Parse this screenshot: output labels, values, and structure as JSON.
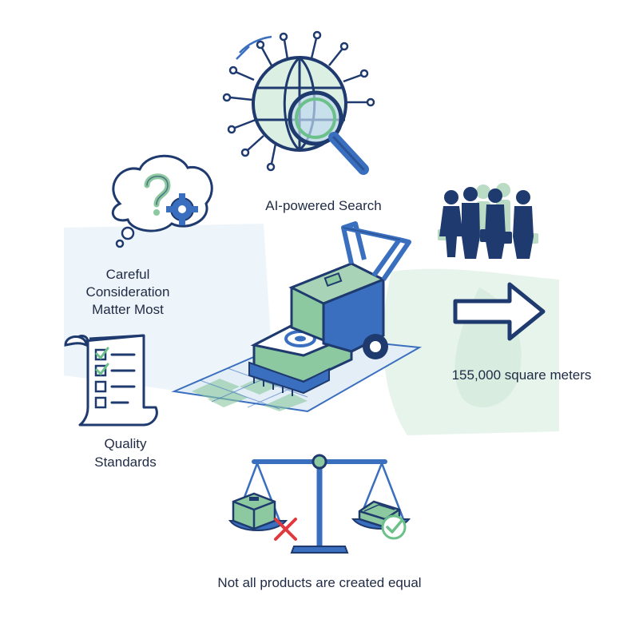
{
  "colors": {
    "navy": "#1f3a6e",
    "blue": "#3a6fc0",
    "green": "#8cc8a0",
    "light_green": "#dcefe3",
    "pale_blue": "#e3eef6",
    "red_x": "#e0393e",
    "check_green": "#6cc08a"
  },
  "labels": {
    "ai_search": "AI-powered Search",
    "careful": [
      "Careful",
      "Consideration",
      "Matter Most"
    ],
    "area": "155,000 square meters",
    "quality": [
      "Quality",
      "Standards"
    ],
    "not_equal": "Not all products are created equal"
  },
  "icons": [
    "globe-circuit-icon",
    "magnifier-icon",
    "thought-bubble-icon",
    "question-mark-icon",
    "gear-icon",
    "business-people-icon",
    "arrow-right-icon",
    "floor-scrubber-icon",
    "checklist-scroll-icon",
    "balance-scale-icon",
    "box-product-icon",
    "cross-icon",
    "premium-product-icon",
    "checkmark-icon"
  ]
}
